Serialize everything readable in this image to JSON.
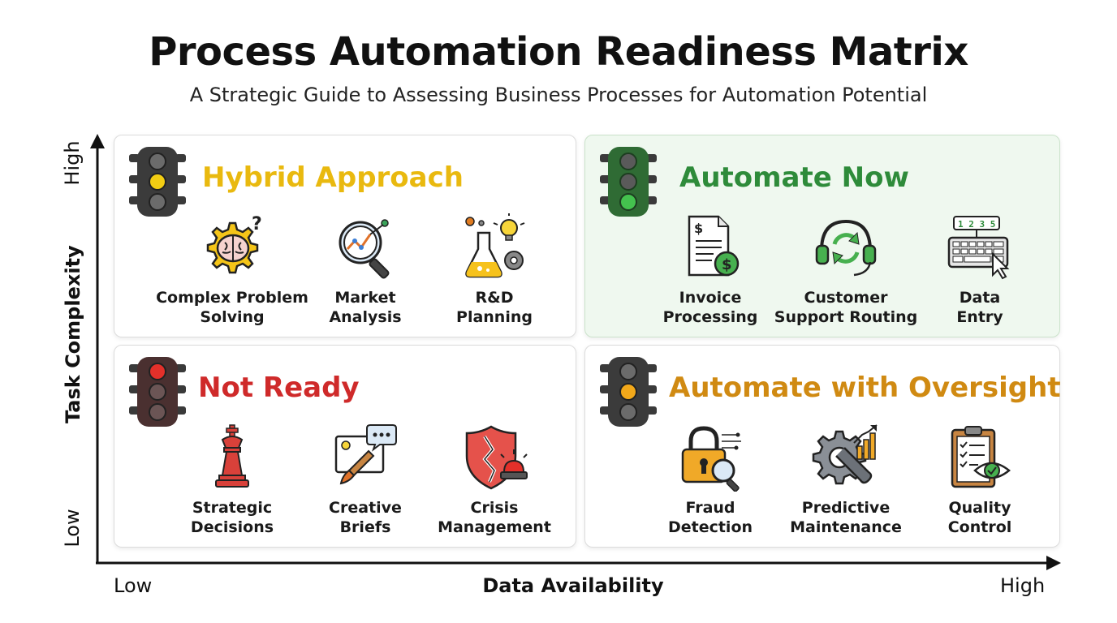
{
  "title": "Process Automation Readiness Matrix",
  "subtitle": "A Strategic Guide to Assessing Business Processes for Automation Potential",
  "axes": {
    "y_title": "Task Complexity",
    "y_high": "High",
    "y_low": "Low",
    "x_title": "Data Availability",
    "x_low": "Low",
    "x_high": "High"
  },
  "quadrants": {
    "top_left": {
      "title": "Hybrid Approach",
      "color": "#e9b90f",
      "light": "yellow",
      "items": [
        {
          "label": "Complex Problem\nSolving",
          "icon": "brain-gear-icon"
        },
        {
          "label": "Market\nAnalysis",
          "icon": "magnifier-chart-icon"
        },
        {
          "label": "R&D\nPlanning",
          "icon": "flask-lightbulb-icon"
        }
      ]
    },
    "top_right": {
      "title": "Automate Now",
      "color": "#2e8b3a",
      "light": "green",
      "items": [
        {
          "label": "Invoice\nProcessing",
          "icon": "invoice-dollar-icon"
        },
        {
          "label": "Customer\nSupport Routing",
          "icon": "headset-refresh-icon"
        },
        {
          "label": "Data\nEntry",
          "icon": "keyboard-cursor-icon"
        }
      ]
    },
    "bottom_left": {
      "title": "Not Ready",
      "color": "#cf2a2a",
      "light": "red",
      "items": [
        {
          "label": "Strategic\nDecisions",
          "icon": "chess-king-icon"
        },
        {
          "label": "Creative\nBriefs",
          "icon": "paintbrush-chat-icon"
        },
        {
          "label": "Crisis\nManagement",
          "icon": "broken-shield-alarm-icon"
        }
      ]
    },
    "bottom_right": {
      "title": "Automate with Oversight",
      "color": "#d08a12",
      "light": "amber",
      "items": [
        {
          "label": "Fraud\nDetection",
          "icon": "padlock-magnifier-icon"
        },
        {
          "label": "Predictive\nMaintenance",
          "icon": "gear-wrench-chart-icon"
        },
        {
          "label": "Quality\nControl",
          "icon": "clipboard-eye-icon"
        }
      ]
    }
  }
}
